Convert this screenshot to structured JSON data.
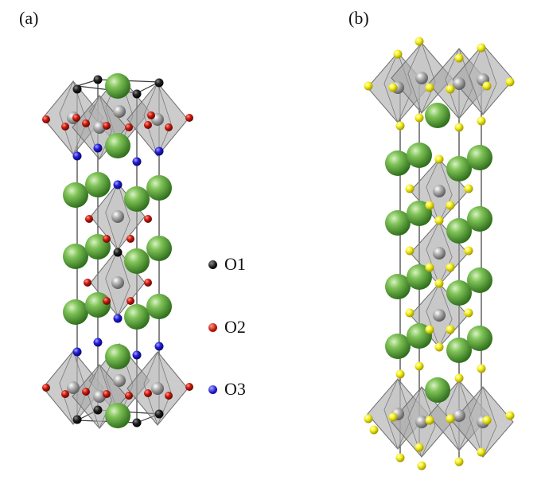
{
  "panels": {
    "a": {
      "label": "(a)"
    },
    "b": {
      "label": "(b)"
    }
  },
  "legend": [
    {
      "name": "O1",
      "color": "#111111"
    },
    {
      "name": "O2",
      "color": "#c0150b"
    },
    {
      "name": "O3",
      "color": "#1d18c8"
    }
  ],
  "atom_colors": {
    "green": "#5fae3a",
    "grey": "#9a9a9a",
    "yellow": "#f3f000",
    "octahedron": "#9b9b9b",
    "bond": "#333333"
  }
}
